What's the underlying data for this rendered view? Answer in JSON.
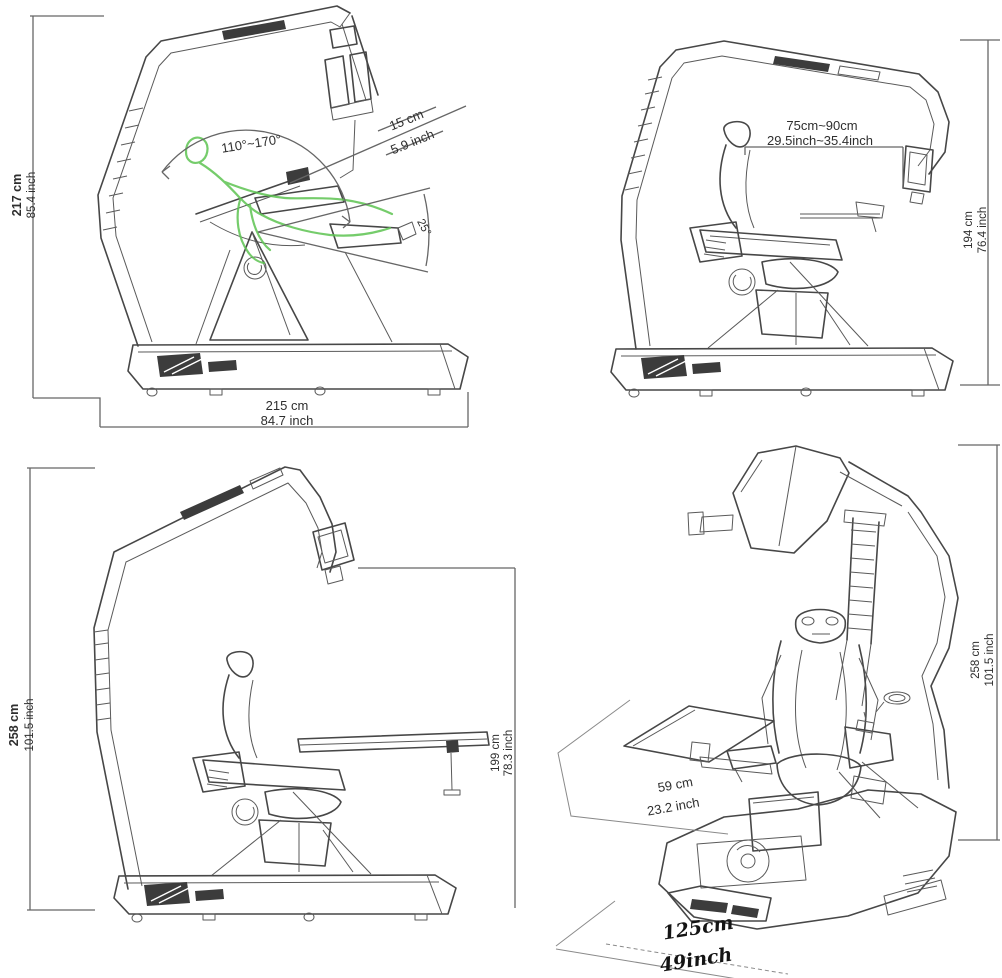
{
  "diagram_title": "workstation-chair-dimension-diagram",
  "colors": {
    "background": "#ffffff",
    "line_art": "#474747",
    "dimension_lines": "#666666",
    "human_silhouette": "#5ec452",
    "label_text": "#2e2e2e"
  },
  "views": {
    "reclined": {
      "height_cm": "217 cm",
      "height_in": "85.4 inch",
      "width_cm": "215 cm",
      "width_in": "84.7 inch",
      "recline_angle": "110°~170°",
      "monitor_gap_cm": "15 cm",
      "monitor_gap_in": "5.9 inch",
      "tilt_angle": "25°"
    },
    "upright": {
      "monitor_range_cm": "75cm~90cm",
      "monitor_range_in": "29.5inch~35.4inch",
      "height_cm": "194 cm",
      "height_in": "76.4 inch"
    },
    "desk": {
      "height_cm": "258 cm",
      "height_in": "101.5 inch",
      "desk_height_cm": "199 cm",
      "desk_height_in": "78.3 inch"
    },
    "front": {
      "height_cm": "258 cm",
      "height_in": "101.5 inch",
      "tray_depth_cm": "59 cm",
      "tray_depth_in": "23.2 inch",
      "base_width_cm": "125cm",
      "base_width_in": "49inch"
    }
  }
}
